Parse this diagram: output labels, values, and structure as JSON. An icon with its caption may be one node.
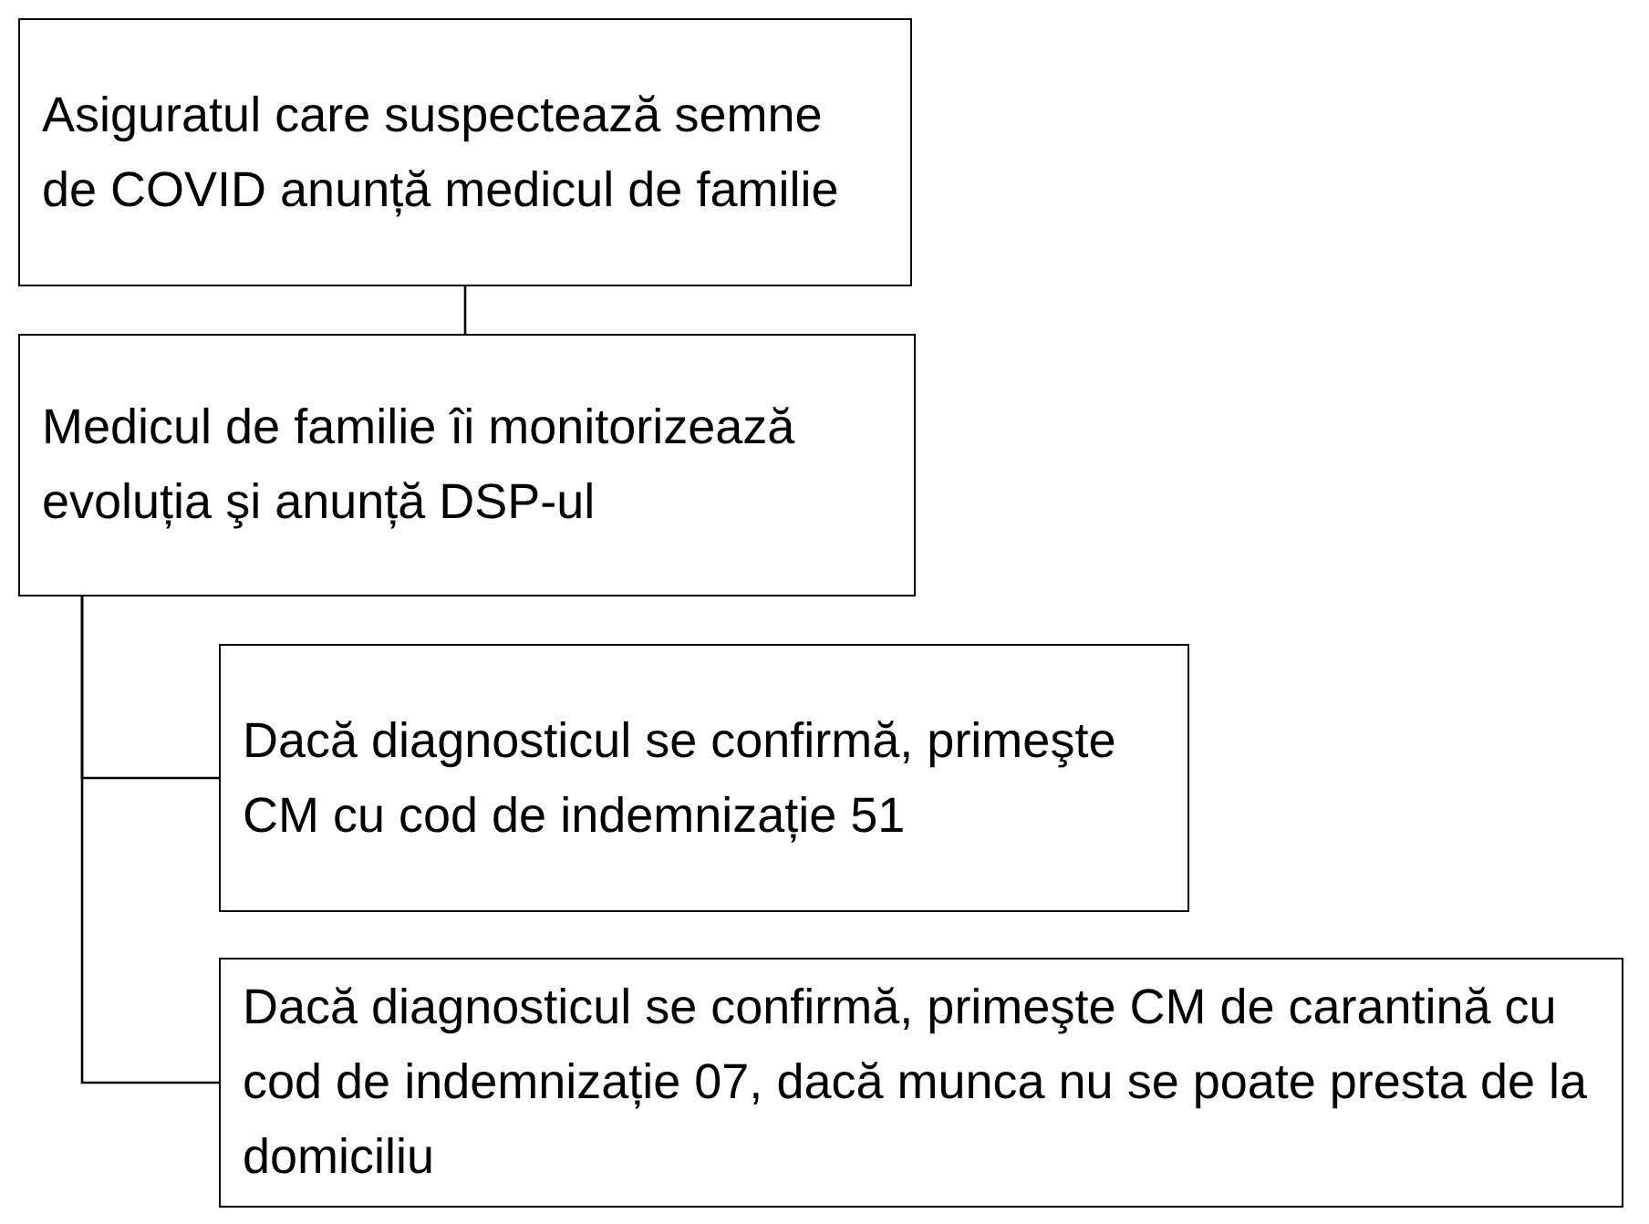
{
  "diagram": {
    "nodes": [
      {
        "text": [
          "Asiguratul care suspectează semne de COVID anunță medicul de familie"
        ]
      },
      {
        "text": [
          "Medicul de familie îi monitorizează evoluția şi anunță DSP-ul"
        ]
      },
      {
        "text": [
          "Dacă diagnosticul se confirmă, primeşte CM cu cod de indemnizație 51"
        ]
      },
      {
        "text": [
          "Dacă diagnosticul se confirmă, primeşte CM de carantină cu cod de indemnizație 07, dacă munca nu se poate presta de la domiciliu"
        ]
      }
    ],
    "edges": [
      {
        "from": 0,
        "to": 1,
        "arrow": "none"
      },
      {
        "from": 1,
        "to": 2,
        "arrow": "none"
      },
      {
        "from": 1,
        "to": 3,
        "arrow": "none"
      }
    ]
  }
}
